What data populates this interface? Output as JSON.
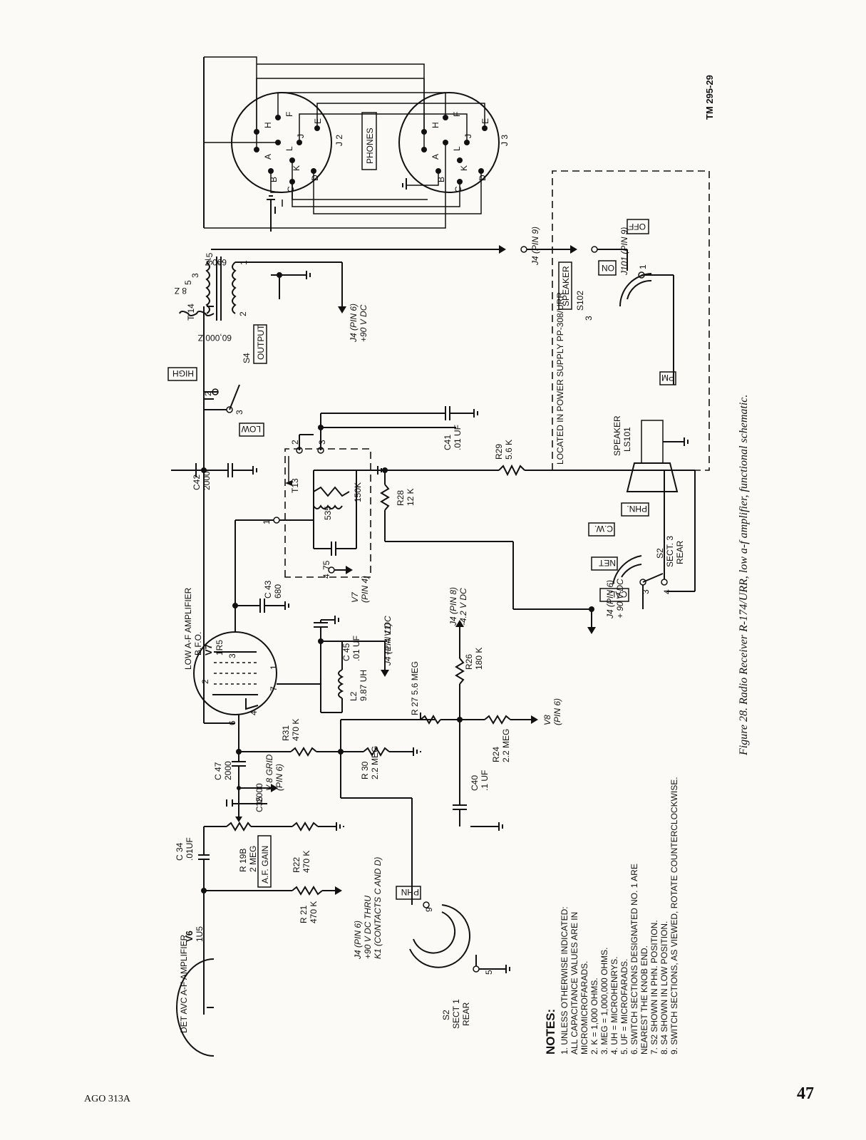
{
  "figure": {
    "tm_number": "TM 295-29",
    "caption": "Figure 28.  Radio Receiver R-174/URR, low a-f amplifier, functional schematic."
  },
  "stages": {
    "v6": {
      "title": "DET AVC A-F AMPLIFIER",
      "name": "V6",
      "type": "1U5"
    },
    "v7": {
      "title": "LOW A-F AMPLIFIER",
      "sub": "B.F.O.",
      "name": "V7",
      "type": "1R5"
    }
  },
  "components": {
    "c34": [
      "C 34",
      ".01UF"
    ],
    "r21": [
      "R 21",
      "470 K"
    ],
    "r19b": [
      "R 19B",
      "2 MEG"
    ],
    "af_gain": "A.F. GAIN",
    "r22": [
      "R22",
      "470 K"
    ],
    "c35": [
      "C35",
      "2000"
    ],
    "v8grid": [
      "V 8 GRID",
      "(PIN 6)"
    ],
    "c47": [
      "C 47",
      "2000"
    ],
    "r31": [
      "R31",
      "470 K"
    ],
    "r30": [
      "R 30",
      "2.2 MEG"
    ],
    "r27": "R 27  5.6 MEG",
    "r24": [
      "R24",
      "2.2 MEG"
    ],
    "v8pin6": [
      "V8",
      "(PIN 6)"
    ],
    "r26": [
      "R26",
      "180 K"
    ],
    "c40": [
      "C40",
      ".1 UF"
    ],
    "j4pin8": [
      "J4  (PIN 8)",
      "-4.2 V DC"
    ],
    "c45": [
      "C 45",
      ".01 UF"
    ],
    "l2": [
      "L2",
      "9.87 UH"
    ],
    "j4pin11": [
      "J4  (PIN 11)",
      "+1.4 V DC"
    ],
    "c43": [
      "C 43",
      "680"
    ],
    "v7pin4": [
      "V7",
      "(PIN 4)"
    ],
    "c42": [
      "C42",
      "2000"
    ],
    "t13": "T13",
    "t13_caps": [
      "535",
      "75",
      "150K"
    ],
    "r28": [
      "R28",
      "12 K"
    ],
    "r29": [
      "R29",
      "5.6 K"
    ],
    "c41": [
      "C41",
      ".01 UF"
    ],
    "j4pin6_90": [
      "J4 (PIN 6)",
      "+ 90 V DC"
    ],
    "s4": [
      "S4",
      "OUTPUT"
    ],
    "s4_high": "HIGH",
    "s4_low": "LOW",
    "t14": "T 14",
    "t14_z": [
      "60,000 Z",
      "600 Z",
      "8 Z"
    ],
    "t14_pins": [
      "1",
      "2",
      "3",
      "3-5",
      "4",
      "5"
    ],
    "j4pin6_t14": [
      "J4  (PIN 6)",
      "+90 V DC"
    ],
    "j4pin9": "J4  (PIN 9)",
    "j101pin9": "J101  (PIN 9)",
    "power_supply": "LOCATED IN POWER SUPPLY  PP-308/URR",
    "speaker_box": "SPEAKER",
    "s102": [
      "S102",
      "3"
    ],
    "s102_on": "ON",
    "s102_off": "OFF",
    "ls101": [
      "SPEAKER",
      "LS101"
    ],
    "pm": "PM",
    "j2": "J 2",
    "j3": "J 3",
    "phones": "PHONES",
    "jack_pins": [
      "H",
      "F",
      "A",
      "L",
      "J",
      "E",
      "B",
      "K",
      "C",
      "D"
    ],
    "s2_rear3": [
      "S2",
      "SECT. 3",
      "REAR"
    ],
    "s2_rear3_pos": [
      "NET",
      "C.W.",
      "PHN.",
      "CAL."
    ],
    "s2_rear3_pins": [
      "3",
      "4"
    ],
    "s2_rear1": [
      "S2",
      "SECT  1",
      "REAR"
    ],
    "s2_rear1_phn": "PHN",
    "s2_rear1_pins": [
      "9",
      "5"
    ],
    "j4_k1": [
      "J4  (PIN 6)",
      "+90 V DC THRU",
      "K1 (CONTACTS C AND D)"
    ],
    "v7_pins": [
      "2",
      "3",
      "1",
      "7",
      "4",
      "6"
    ]
  },
  "notes": {
    "heading": "NOTES:",
    "items": [
      "1.  UNLESS OTHERWISE INDICATED:",
      "       ALL CAPACITANCE VALUES ARE  IN",
      "       MICROMICROFARADS.",
      "2.  K    = 1,000 OHMS.",
      "3.  MEG = 1,000,000 OHMS.",
      "4.  UH   = MICROHENRYS.",
      "5.  UF   = MICROFARADS.",
      "6.  SWITCH SECTIONS DESIGNATED NO. 1 ARE",
      "     NEAREST THE KNOB END.",
      "7.  S2 SHOWN IN PHN. POSITION.",
      "8.  S4 SHOWN IN LOW POSITION.",
      "9.  SWITCH SECTIONS, AS VIEWED, ROTATE COUNTERCLOCKWISE."
    ]
  },
  "footer": {
    "left": "AGO 313A",
    "page_number": "47"
  }
}
